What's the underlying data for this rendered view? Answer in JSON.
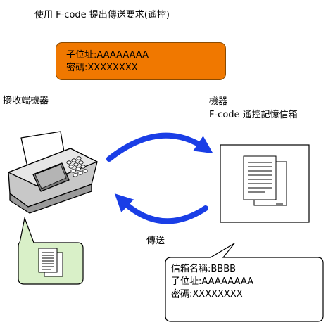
{
  "title": "使用 F-code 提出傳送要求(遙控)",
  "request_box": {
    "sub_address": "子位址:AAAAAAAA",
    "password": "密碼:XXXXXXXX"
  },
  "receiving_device_label": "接收端機器",
  "device_label": {
    "line1": "機器",
    "line2": "F-code 遙控記憶信箱"
  },
  "transmission_label": "傳送",
  "mailbox_info": {
    "mailbox_name": "信箱名稱:BBBB",
    "sub_address": "子位址:AAAAAAAA",
    "password": "密碼:XXXXXXXX"
  },
  "colors": {
    "request_box": "#f07800",
    "arrow": "#1a3ee6",
    "received_doc_bubble": "#d9f0c8"
  }
}
